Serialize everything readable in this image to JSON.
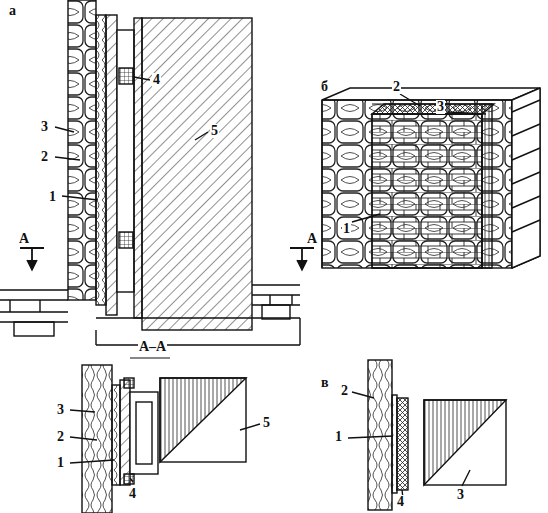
{
  "diagram": {
    "labels": [
      "а",
      "4",
      "3",
      "5",
      "2",
      "1",
      "А",
      "А",
      "А–А",
      "3",
      "2",
      "1",
      "5",
      "4",
      "б",
      "2",
      "3",
      "1",
      "в",
      "2",
      "1",
      "4",
      "3"
    ]
  }
}
